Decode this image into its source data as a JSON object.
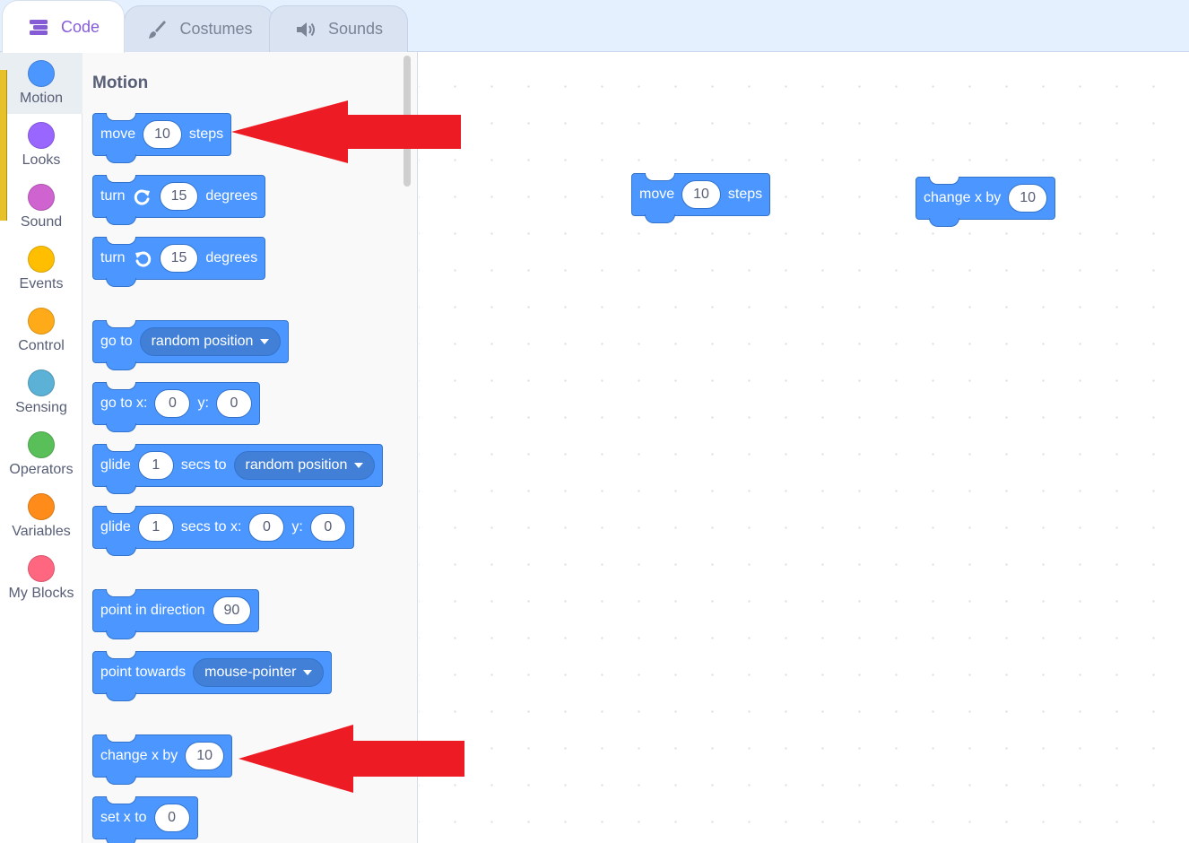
{
  "tabs": [
    {
      "label": "Code",
      "icon": "code-icon",
      "active": true
    },
    {
      "label": "Costumes",
      "icon": "paintbrush-icon",
      "active": false
    },
    {
      "label": "Sounds",
      "icon": "speaker-icon",
      "active": false
    }
  ],
  "categories": [
    {
      "label": "Motion",
      "color": "#4c97ff",
      "selected": true
    },
    {
      "label": "Looks",
      "color": "#9966ff"
    },
    {
      "label": "Sound",
      "color": "#cf63cf"
    },
    {
      "label": "Events",
      "color": "#ffbf00"
    },
    {
      "label": "Control",
      "color": "#ffab19"
    },
    {
      "label": "Sensing",
      "color": "#5cb1d6"
    },
    {
      "label": "Operators",
      "color": "#59c059"
    },
    {
      "label": "Variables",
      "color": "#ff8c1a"
    },
    {
      "label": "My Blocks",
      "color": "#ff6680"
    }
  ],
  "palette": {
    "title": "Motion",
    "blocks": {
      "move": {
        "a": "move",
        "v": "10",
        "b": "steps"
      },
      "turn_right": {
        "a": "turn",
        "v": "15",
        "b": "degrees",
        "icon": "rotate-right-icon"
      },
      "turn_left": {
        "a": "turn",
        "v": "15",
        "b": "degrees",
        "icon": "rotate-left-icon"
      },
      "go_to": {
        "a": "go to",
        "menu": "random position"
      },
      "go_to_xy": {
        "a": "go to x:",
        "x": "0",
        "ylabel": "y:",
        "y": "0"
      },
      "glide_to": {
        "a": "glide",
        "v": "1",
        "b": "secs to",
        "menu": "random position"
      },
      "glide_xy": {
        "a": "glide",
        "v": "1",
        "b": "secs to x:",
        "x": "0",
        "ylabel": "y:",
        "y": "0"
      },
      "point_dir": {
        "a": "point in direction",
        "v": "90"
      },
      "point_towards": {
        "a": "point towards",
        "menu": "mouse-pointer"
      },
      "change_x": {
        "a": "change x by",
        "v": "10"
      },
      "set_x": {
        "a": "set x to",
        "v": "0"
      }
    }
  },
  "workspace": {
    "move": {
      "a": "move",
      "v": "10",
      "b": "steps"
    },
    "change_x": {
      "a": "change x by",
      "v": "10"
    }
  },
  "colors": {
    "motion": "#4c97ff",
    "motion_dark": "#3373cc",
    "annotation": "#ed1c24"
  }
}
